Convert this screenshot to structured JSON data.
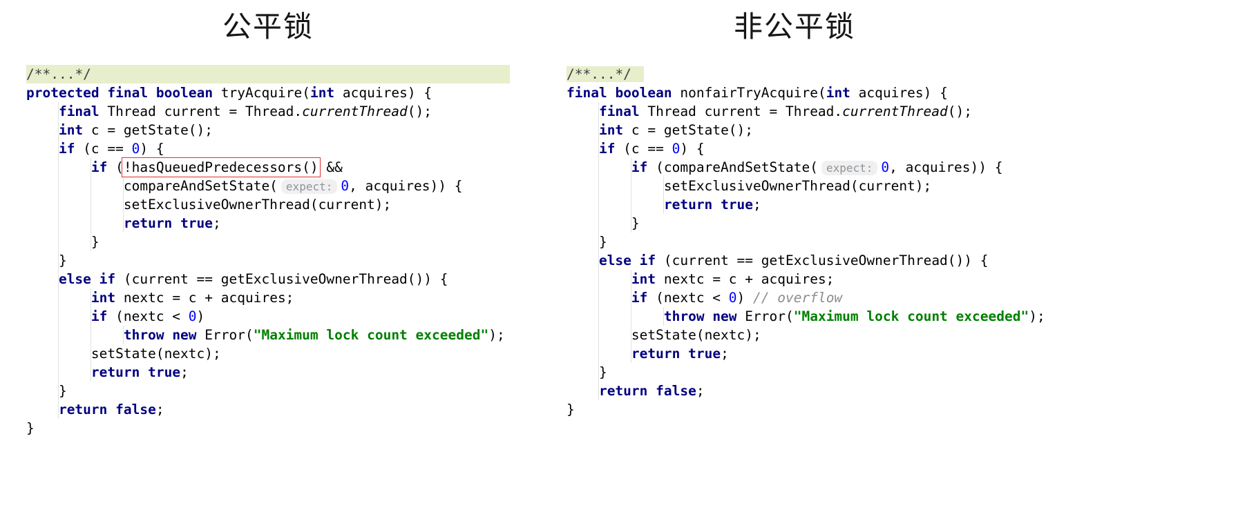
{
  "colors": {
    "keyword": "#000080",
    "number": "#0000ff",
    "string": "#008000",
    "comment": "#8c8c8c",
    "fold_bg": "#e7eecb",
    "guide": "#e0e0e0",
    "hint_bg": "#f0f0f0",
    "hint_text": "#8f9398",
    "box_red": "#e0302e"
  },
  "left": {
    "title": "公平锁",
    "lines": [
      {
        "ind": 0,
        "hl": true,
        "tok": [
          [
            "fold",
            "/**...*/"
          ]
        ]
      },
      {
        "ind": 0,
        "tok": [
          [
            "k",
            "protected"
          ],
          [
            "",
            " "
          ],
          [
            "k",
            "final"
          ],
          [
            "",
            " "
          ],
          [
            "k",
            "boolean"
          ],
          [
            "",
            " tryAcquire("
          ],
          [
            "k",
            "int"
          ],
          [
            "",
            " acquires) {"
          ]
        ]
      },
      {
        "ind": 1,
        "tok": [
          [
            "k",
            "final"
          ],
          [
            "",
            " Thread current = Thread."
          ],
          [
            "it",
            "currentThread"
          ],
          [
            "",
            "();"
          ]
        ]
      },
      {
        "ind": 1,
        "tok": [
          [
            "k",
            "int"
          ],
          [
            "",
            " c = getState();"
          ]
        ]
      },
      {
        "ind": 1,
        "tok": [
          [
            "k",
            "if"
          ],
          [
            "",
            " (c == "
          ],
          [
            "n",
            "0"
          ],
          [
            "",
            ") {"
          ]
        ]
      },
      {
        "ind": 2,
        "tok": [
          [
            "k",
            "if"
          ],
          [
            "",
            " ("
          ],
          [
            "box",
            "!hasQueuedPredecessors()"
          ],
          [
            "",
            " &&"
          ]
        ]
      },
      {
        "ind": 3,
        "tok": [
          [
            "",
            "compareAndSetState("
          ],
          [
            "hint",
            "expect:"
          ],
          [
            "n",
            "0"
          ],
          [
            "",
            ", acquires)) {"
          ]
        ]
      },
      {
        "ind": 3,
        "tok": [
          [
            "",
            "setExclusiveOwnerThread(current);"
          ]
        ]
      },
      {
        "ind": 3,
        "tok": [
          [
            "k",
            "return"
          ],
          [
            "",
            " "
          ],
          [
            "k",
            "true"
          ],
          [
            "",
            ";"
          ]
        ]
      },
      {
        "ind": 2,
        "tok": [
          [
            "",
            "}"
          ]
        ]
      },
      {
        "ind": 1,
        "tok": [
          [
            "",
            "}"
          ]
        ]
      },
      {
        "ind": 1,
        "tok": [
          [
            "k",
            "else"
          ],
          [
            "",
            " "
          ],
          [
            "k",
            "if"
          ],
          [
            "",
            " (current == getExclusiveOwnerThread()) {"
          ]
        ]
      },
      {
        "ind": 2,
        "tok": [
          [
            "k",
            "int"
          ],
          [
            "",
            " nextc = c + acquires;"
          ]
        ]
      },
      {
        "ind": 2,
        "tok": [
          [
            "k",
            "if"
          ],
          [
            "",
            " (nextc < "
          ],
          [
            "n",
            "0"
          ],
          [
            "",
            ")"
          ]
        ]
      },
      {
        "ind": 3,
        "tok": [
          [
            "k",
            "throw"
          ],
          [
            "",
            " "
          ],
          [
            "k",
            "new"
          ],
          [
            "",
            " Error("
          ],
          [
            "s",
            "\"Maximum lock count exceeded\""
          ],
          [
            "",
            ");"
          ]
        ]
      },
      {
        "ind": 2,
        "tok": [
          [
            "",
            "setState(nextc);"
          ]
        ]
      },
      {
        "ind": 2,
        "tok": [
          [
            "k",
            "return"
          ],
          [
            "",
            " "
          ],
          [
            "k",
            "true"
          ],
          [
            "",
            ";"
          ]
        ]
      },
      {
        "ind": 1,
        "tok": [
          [
            "",
            "}"
          ]
        ]
      },
      {
        "ind": 1,
        "tok": [
          [
            "k",
            "return"
          ],
          [
            "",
            " "
          ],
          [
            "k",
            "false"
          ],
          [
            "",
            ";"
          ]
        ]
      },
      {
        "ind": 0,
        "tok": [
          [
            "",
            "}"
          ]
        ]
      }
    ]
  },
  "right": {
    "title": "非公平锁",
    "lines": [
      {
        "ind": 0,
        "tok": [
          [
            "fold",
            "/**...*/"
          ]
        ]
      },
      {
        "ind": 0,
        "tok": [
          [
            "k",
            "final"
          ],
          [
            "",
            " "
          ],
          [
            "k",
            "boolean"
          ],
          [
            "",
            " nonfairTryAcquire("
          ],
          [
            "k",
            "int"
          ],
          [
            "",
            " acquires) {"
          ]
        ]
      },
      {
        "ind": 1,
        "tok": [
          [
            "k",
            "final"
          ],
          [
            "",
            " Thread current = Thread."
          ],
          [
            "it",
            "currentThread"
          ],
          [
            "",
            "();"
          ]
        ]
      },
      {
        "ind": 1,
        "tok": [
          [
            "k",
            "int"
          ],
          [
            "",
            " c = getState();"
          ]
        ]
      },
      {
        "ind": 1,
        "tok": [
          [
            "k",
            "if"
          ],
          [
            "",
            " (c == "
          ],
          [
            "n",
            "0"
          ],
          [
            "",
            ") {"
          ]
        ]
      },
      {
        "ind": 2,
        "tok": [
          [
            "k",
            "if"
          ],
          [
            "",
            " (compareAndSetState("
          ],
          [
            "hint",
            "expect:"
          ],
          [
            "n",
            "0"
          ],
          [
            "",
            ", acquires)) {"
          ]
        ]
      },
      {
        "ind": 3,
        "tok": [
          [
            "",
            "setExclusiveOwnerThread(current);"
          ]
        ]
      },
      {
        "ind": 3,
        "tok": [
          [
            "k",
            "return"
          ],
          [
            "",
            " "
          ],
          [
            "k",
            "true"
          ],
          [
            "",
            ";"
          ]
        ]
      },
      {
        "ind": 2,
        "tok": [
          [
            "",
            "}"
          ]
        ]
      },
      {
        "ind": 1,
        "tok": [
          [
            "",
            "}"
          ]
        ]
      },
      {
        "ind": 1,
        "tok": [
          [
            "k",
            "else"
          ],
          [
            "",
            " "
          ],
          [
            "k",
            "if"
          ],
          [
            "",
            " (current == getExclusiveOwnerThread()) {"
          ]
        ]
      },
      {
        "ind": 2,
        "tok": [
          [
            "k",
            "int"
          ],
          [
            "",
            " nextc = c + acquires;"
          ]
        ]
      },
      {
        "ind": 2,
        "tok": [
          [
            "k",
            "if"
          ],
          [
            "",
            " (nextc < "
          ],
          [
            "n",
            "0"
          ],
          [
            "",
            ") "
          ],
          [
            "c",
            "// overflow"
          ]
        ]
      },
      {
        "ind": 3,
        "tok": [
          [
            "k",
            "throw"
          ],
          [
            "",
            " "
          ],
          [
            "k",
            "new"
          ],
          [
            "",
            " Error("
          ],
          [
            "s",
            "\"Maximum lock count exceeded\""
          ],
          [
            "",
            ");"
          ]
        ]
      },
      {
        "ind": 2,
        "tok": [
          [
            "",
            "setState(nextc);"
          ]
        ]
      },
      {
        "ind": 2,
        "tok": [
          [
            "k",
            "return"
          ],
          [
            "",
            " "
          ],
          [
            "k",
            "true"
          ],
          [
            "",
            ";"
          ]
        ]
      },
      {
        "ind": 1,
        "tok": [
          [
            "",
            "}"
          ]
        ]
      },
      {
        "ind": 1,
        "tok": [
          [
            "k",
            "return"
          ],
          [
            "",
            " "
          ],
          [
            "k",
            "false"
          ],
          [
            "",
            ";"
          ]
        ]
      },
      {
        "ind": 0,
        "tok": [
          [
            "",
            "}"
          ]
        ]
      }
    ]
  }
}
